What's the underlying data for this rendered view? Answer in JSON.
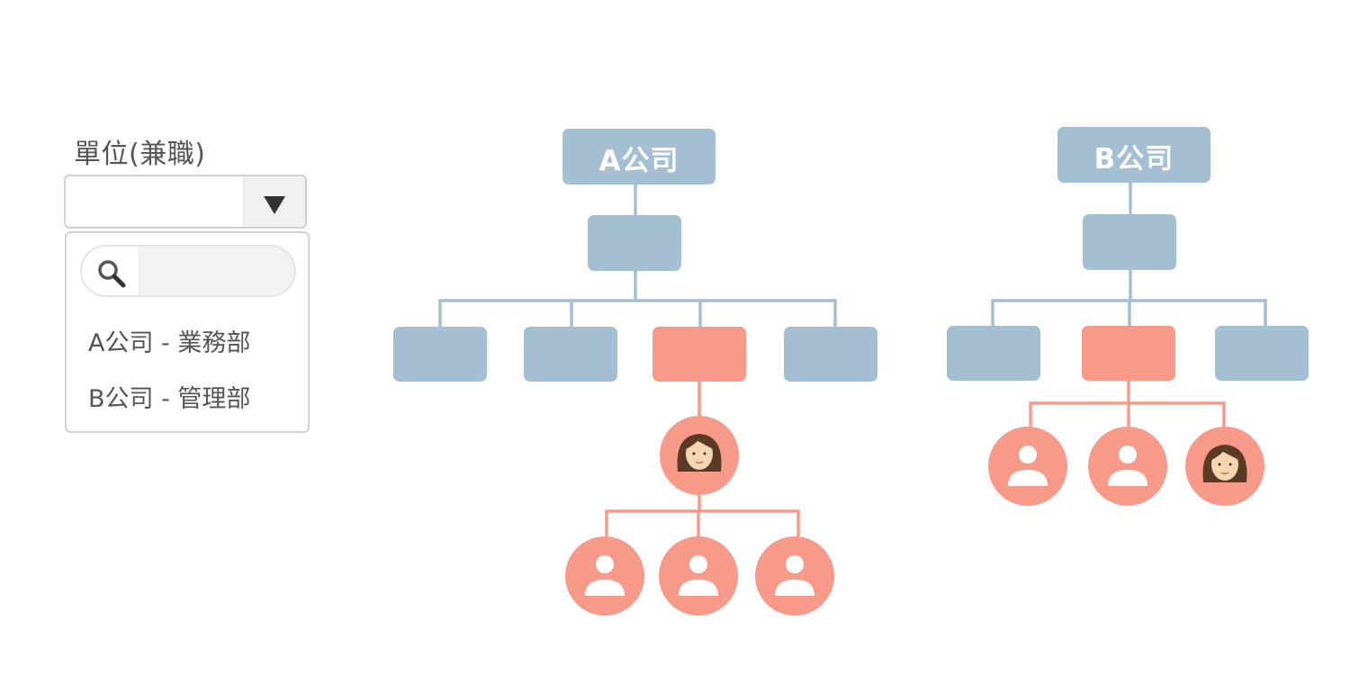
{
  "form": {
    "label": "單位(兼職)",
    "select_value": "",
    "search_placeholder": "",
    "options": [
      "A公司 - 業務部",
      "B公司 - 管理部"
    ]
  },
  "orgs": [
    {
      "name": "A公司"
    },
    {
      "name": "B公司"
    }
  ],
  "colors": {
    "box_blue": "#a3bfd1",
    "highlight_salmon": "#f89a8a",
    "white": "#ffffff"
  }
}
